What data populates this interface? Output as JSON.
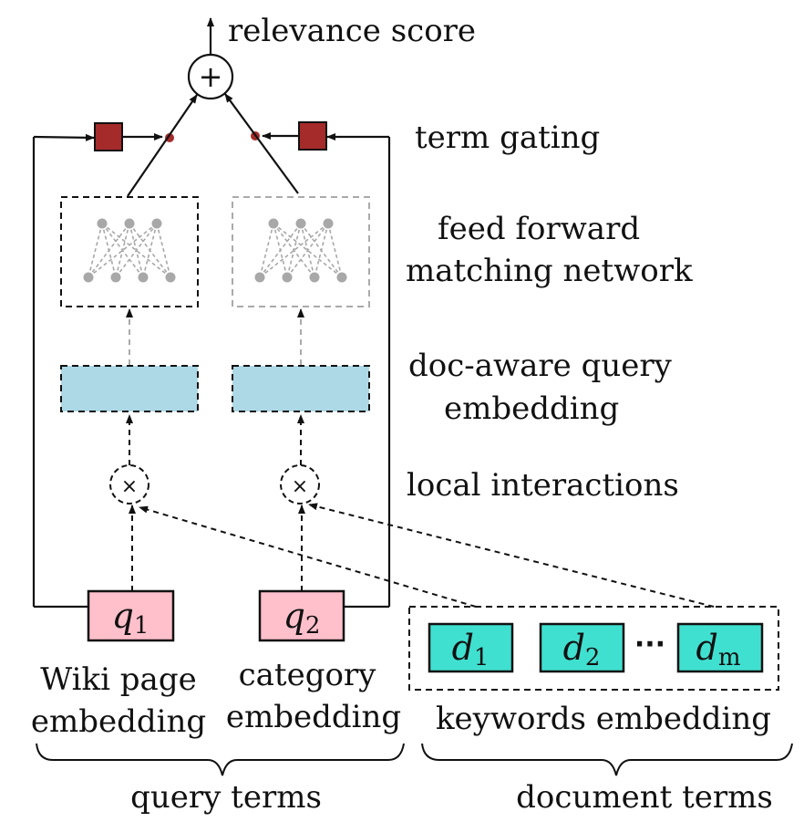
{
  "labels": {
    "relevance_score": "relevance score",
    "term_gating": "term gating",
    "feed_forward_line1": "feed forward",
    "feed_forward_line2": "matching network",
    "doc_aware_line1": "doc-aware query",
    "doc_aware_line2": "embedding",
    "local_interactions": "local interactions",
    "wiki_line1": "Wiki page",
    "wiki_line2": "embedding",
    "category_line1": "category",
    "category_line2": "embedding",
    "keywords_embedding": "keywords embedding",
    "query_terms": "query terms",
    "document_terms": "document terms"
  },
  "query_tokens": [
    {
      "base": "q",
      "sub": "1"
    },
    {
      "base": "q",
      "sub": "2"
    }
  ],
  "doc_tokens": [
    {
      "base": "d",
      "sub": "1"
    },
    {
      "base": "d",
      "sub": "2"
    },
    {
      "base": "d",
      "sub": "m"
    }
  ],
  "symbols": {
    "plus": "+",
    "times": "×",
    "ellipsis": "···"
  },
  "colors": {
    "query_box": "#ffc0cb",
    "doc_box": "#40e0d0",
    "embedding_box": "#add8e6",
    "gate": "#a52a2a",
    "network_node": "#a8a8a8"
  }
}
